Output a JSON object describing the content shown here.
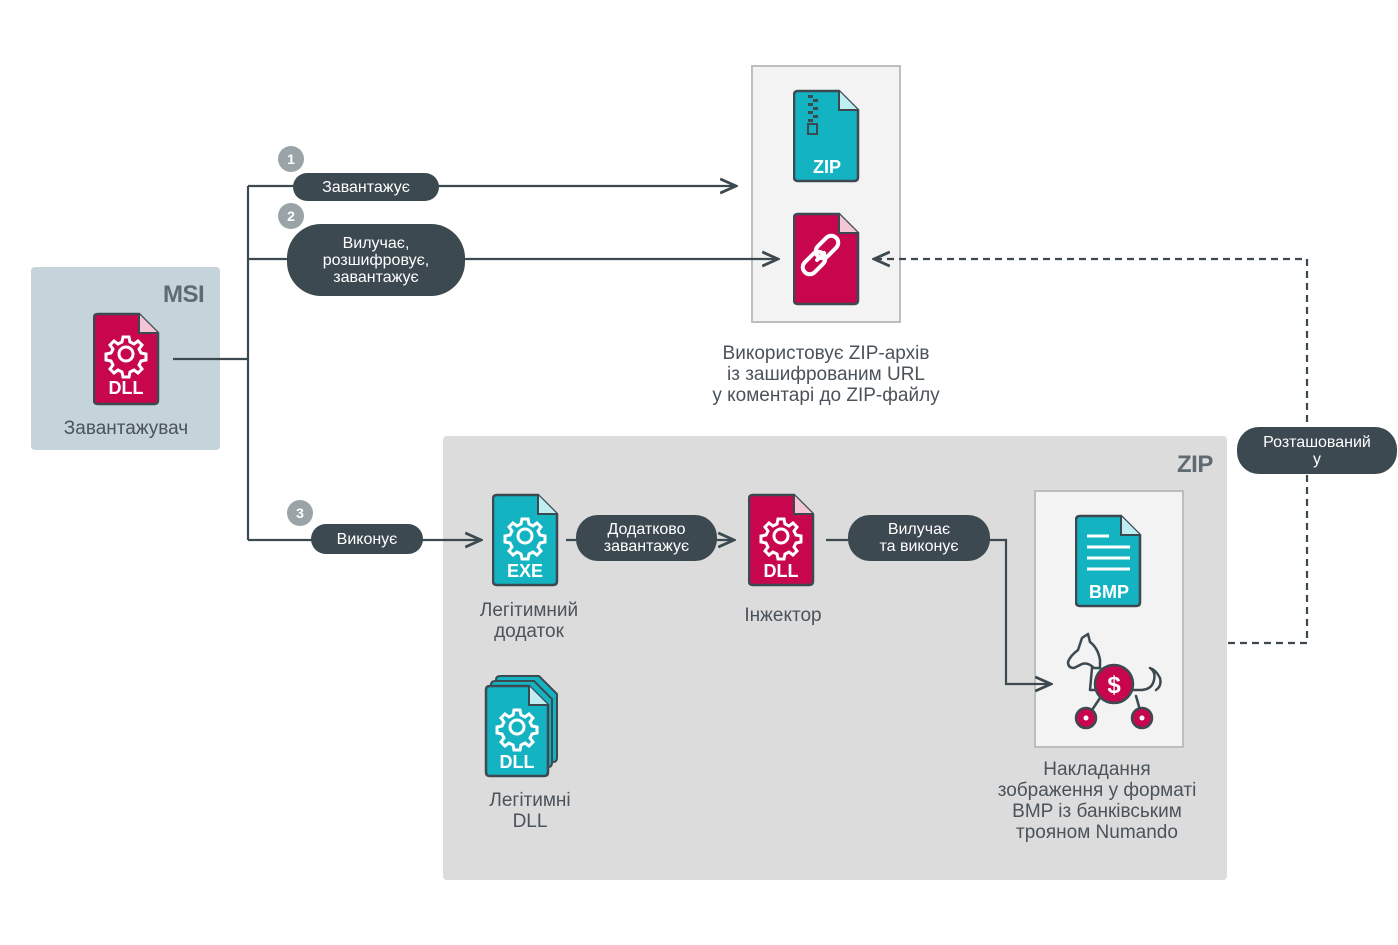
{
  "panels": {
    "msi_title": "MSI",
    "zip_title": "ZIP"
  },
  "steps": {
    "step1": {
      "number": "1",
      "label": "Завантажує"
    },
    "step2": {
      "number": "2",
      "label_lines": [
        "Вилучає,",
        "розшифровує,",
        "завантажує"
      ]
    },
    "step3": {
      "number": "3",
      "label": "Виконує"
    }
  },
  "arrows": {
    "additionally_loads": [
      "Додатково",
      "завантажує"
    ],
    "extracts_executes": [
      "Вилучає",
      "та виконує"
    ],
    "located_in": [
      "Розташований",
      "у"
    ]
  },
  "files": {
    "loader_dll": {
      "label": "DLL",
      "caption": "Завантажувач"
    },
    "zip_archive": {
      "label": "ZIP"
    },
    "exe": {
      "label": "EXE",
      "caption_lines": [
        "Легітимний",
        "додаток"
      ]
    },
    "injector_dll": {
      "label": "DLL",
      "caption": "Інжектор"
    },
    "legit_dlls": {
      "label": "DLL",
      "caption_lines": [
        "Легітимні",
        "DLL"
      ]
    },
    "bmp": {
      "label": "BMP"
    }
  },
  "captions": {
    "zip_usage": [
      "Використовує ZIP-архів",
      "із зашифрованим URL",
      "у коментарі до ZIP-файлу"
    ],
    "bmp_overlay": [
      "Накладання",
      "зображення у форматі",
      "BMP із банківським",
      "трояном Numando"
    ]
  },
  "colors": {
    "magenta": "#c8064e",
    "teal": "#14b3c2",
    "dark": "#3d4951",
    "line": "#3d4951"
  }
}
